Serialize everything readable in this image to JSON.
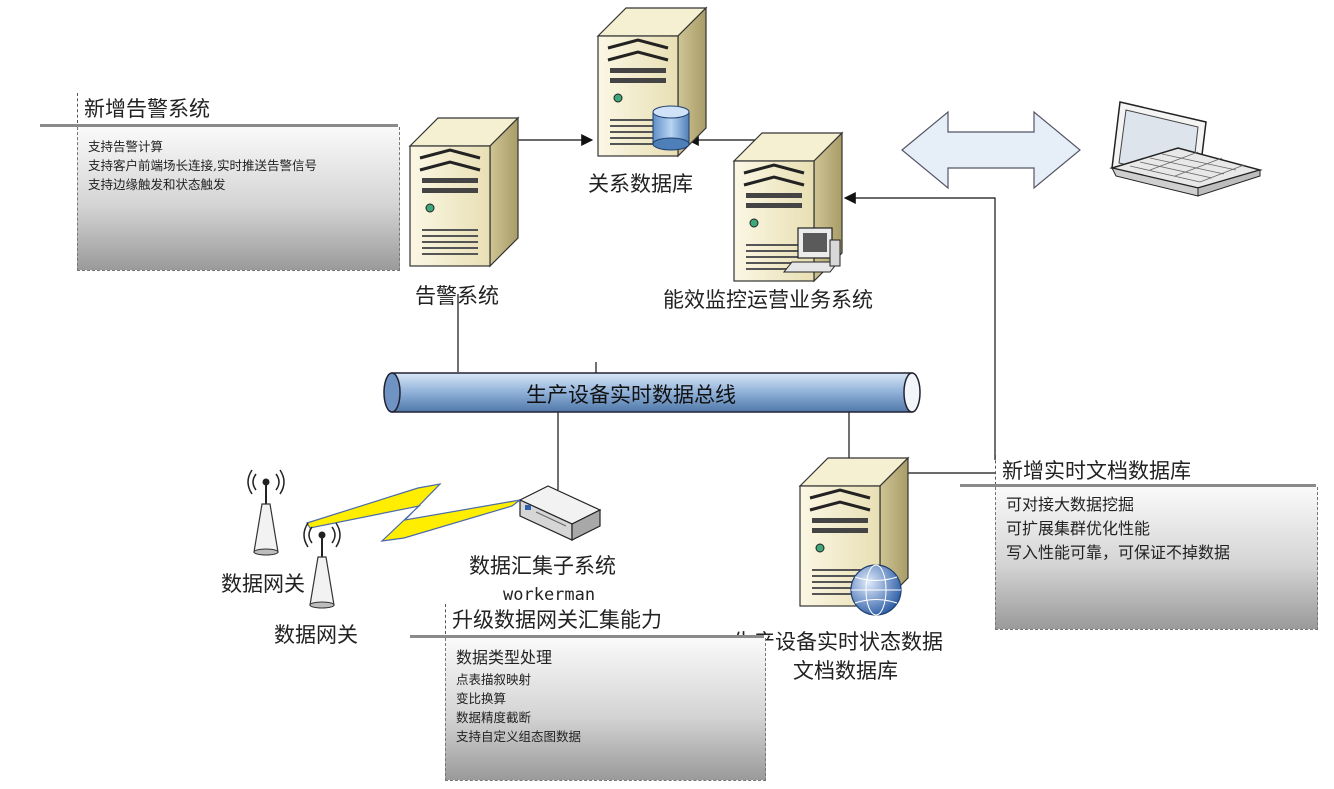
{
  "nodes": {
    "relational_db": "关系数据库",
    "alarm_system": "告警系统",
    "energy_system": "能效监控运营业务系统",
    "bus": "生产设备实时数据总线",
    "gateway_1": "数据网关",
    "gateway_2": "数据网关",
    "aggregator": "数据汇集子系统",
    "aggregator_sub": "workerman",
    "realtime_db_line1": "生产设备实时状态数据",
    "realtime_db_line2": "文档数据库"
  },
  "callouts": {
    "alarm": {
      "title": "新增告警系统",
      "items": [
        "支持告警计算",
        "支持客户前端场长连接,实时推送告警信号",
        "支持边缘触发和状态触发"
      ]
    },
    "document_db": {
      "title": "新增实时文档数据库",
      "items": [
        "可对接大数据挖掘",
        "可扩展集群优化性能",
        "写入性能可靠，可保证不掉数据"
      ]
    },
    "gateway_upgrade": {
      "title": "升级数据网关汇集能力",
      "items": [
        "数据类型处理",
        "点表描叙映射",
        "变比换算",
        "数据精度截断",
        "支持自定义组态图数据"
      ]
    }
  },
  "colors": {
    "server_body": "#f3ecc8",
    "server_shade": "#c8bd8c",
    "bus_fill": "#8fb0d8",
    "arrow_fill": "#e6eef8",
    "lightning": "#ffee00",
    "cylinder": "#8fb8e6"
  }
}
